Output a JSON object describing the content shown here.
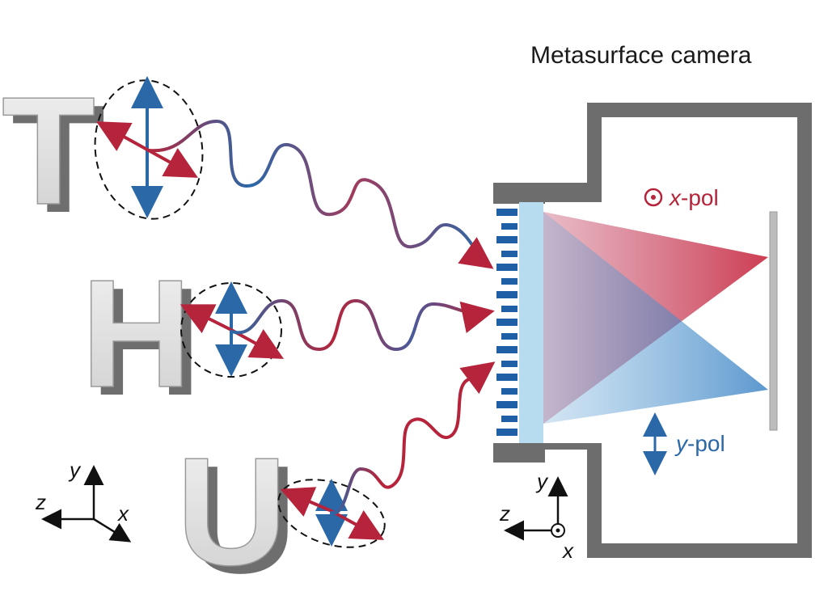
{
  "title": "Metasurface camera",
  "letters": {
    "t": "T",
    "h": "H",
    "u": "U"
  },
  "labels": {
    "xpol_var": "x",
    "xpol_suffix": "-pol",
    "ypol_var": "y",
    "ypol_suffix": "-pol"
  },
  "axes_left": {
    "y": "y",
    "z": "z",
    "x": "x"
  },
  "axes_right": {
    "y": "y",
    "z": "z",
    "x": "x"
  },
  "colors": {
    "red": "#b5243b",
    "blue": "#2a68a8",
    "housing": "#6d6d6d",
    "substrate": "#b7dcef",
    "metasurface": "#1f5fa6",
    "sensor": "#bcbcbc"
  }
}
